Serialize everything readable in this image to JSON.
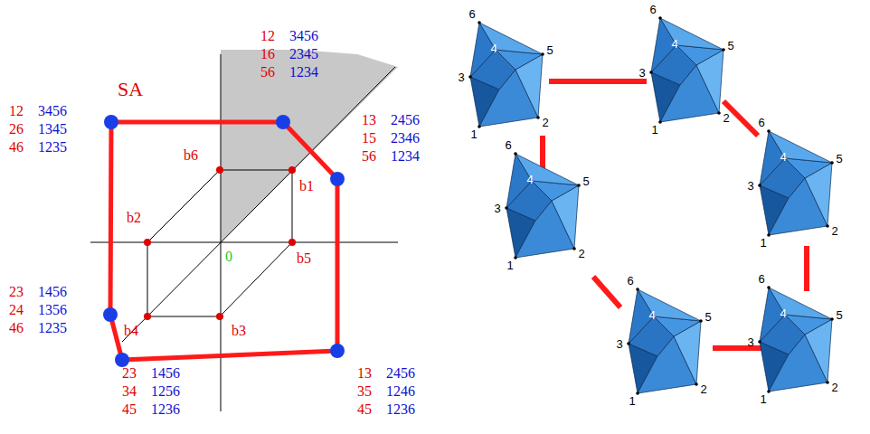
{
  "diagram": {
    "labels": [
      "SA",
      "12",
      "26",
      "46",
      "3456",
      "1345",
      "1235",
      "12",
      "16",
      "56",
      "3456",
      "2345",
      "1234",
      "13",
      "15",
      "56",
      "2456",
      "2346",
      "1234",
      "13",
      "35",
      "45",
      "2456",
      "1246",
      "1236",
      "23",
      "34",
      "45",
      "1456",
      "1256",
      "1236",
      "23",
      "24",
      "46",
      "1456",
      "1356",
      "1235",
      "b6",
      "b1",
      "b2",
      "b5",
      "b4",
      "b3",
      "0",
      "6",
      "4",
      "5",
      "3",
      "1",
      "2",
      "6",
      "4",
      "5",
      "3",
      "1",
      "2",
      "6",
      "4",
      "5",
      "3",
      "1",
      "2",
      "6",
      "4",
      "5",
      "3",
      "1",
      "2",
      "6",
      "4",
      "5",
      "3",
      "1",
      "2",
      "6",
      "4",
      "5",
      "3",
      "1",
      "2"
    ]
  }
}
